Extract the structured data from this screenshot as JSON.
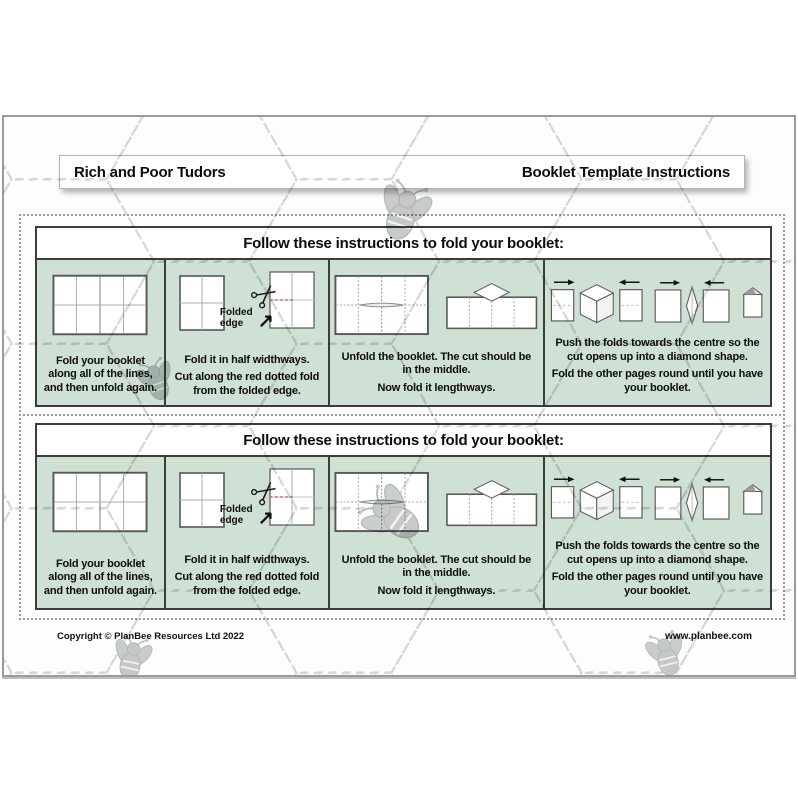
{
  "header": {
    "left_title": "Rich and Poor Tudors",
    "right_title": "Booklet Template Instructions"
  },
  "panel": {
    "title": "Follow these instructions to fold your booklet:",
    "folded_edge_label": "Folded edge",
    "steps": [
      {
        "lines": [
          "Fold your booklet along all of the lines, and then unfold again."
        ]
      },
      {
        "lines": [
          "Fold it in half widthways.",
          "Cut along the red dotted fold from the folded edge."
        ]
      },
      {
        "lines": [
          "Unfold the booklet. The cut should be in the middle.",
          "Now fold it lengthways."
        ]
      },
      {
        "lines": [
          "Push the folds towards the centre so the cut opens up into a diamond shape.",
          "Fold the other pages round until you have your booklet."
        ]
      }
    ]
  },
  "footer": {
    "copyright": "Copyright © PlanBee Resources Ltd 2022",
    "website": "www.planbee.com"
  },
  "icons": {
    "folded_edge_arrow": "↗",
    "scissors": "scissors-icon",
    "push_arrows": "inward-arrows-icon",
    "bee_watermark": "bee-logo-watermark",
    "hexagon_watermark": "honeycomb-dashed-pattern"
  },
  "colors": {
    "cell_green": "#cfe0d4",
    "cut_line_red": "#c46a6a",
    "table_border": "#3c3c3c",
    "watermark_gray": "#d7d9d9",
    "dotted_guide_gray": "#9b9b9b"
  }
}
